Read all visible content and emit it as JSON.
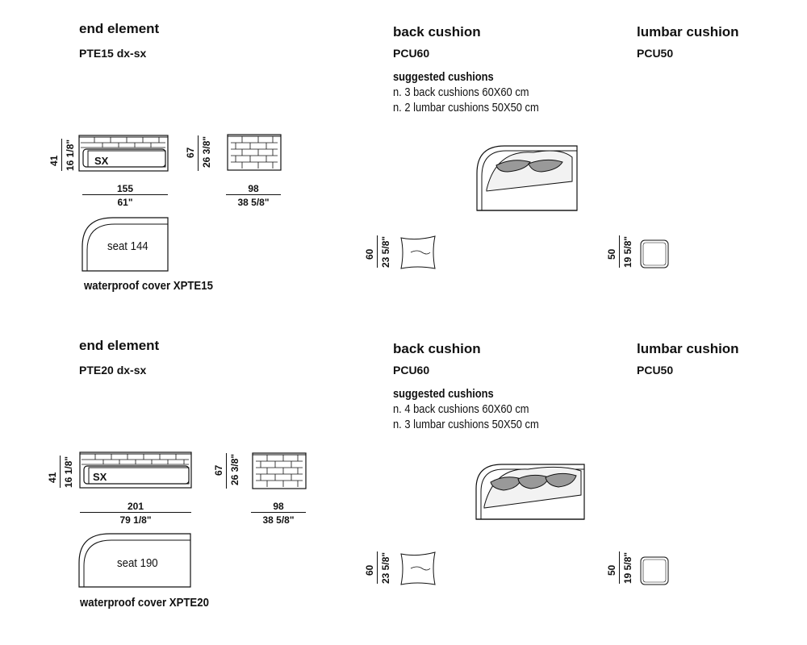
{
  "sections": [
    {
      "end_title": "end element",
      "end_code": "PTE15 dx-sx",
      "back_title": "back cushion",
      "back_code": "PCU60",
      "lumbar_title": "lumbar cushion",
      "lumbar_code": "PCU50",
      "suggested_title": "suggested cushions",
      "suggested_lines": [
        "n. 3 back cushions 60X60 cm",
        "n. 2 lumbar cushions 50X50 cm"
      ],
      "front_height": {
        "cm": "41",
        "in": "16 1/8\""
      },
      "side_height": {
        "cm": "67",
        "in": "26 3/8\""
      },
      "width": {
        "cm": "155",
        "in": "61\""
      },
      "depth": {
        "cm": "98",
        "in": "38 5/8\""
      },
      "side_label": "SX",
      "seat_label": "seat 144",
      "waterproof": "waterproof cover  XPTE15",
      "back_cushion_dim": {
        "cm": "60",
        "in": "23 5/8\""
      },
      "lumbar_cushion_dim": {
        "cm": "50",
        "in": "19 5/8\""
      }
    },
    {
      "end_title": "end element",
      "end_code": "PTE20 dx-sx",
      "back_title": "back cushion",
      "back_code": "PCU60",
      "lumbar_title": "lumbar cushion",
      "lumbar_code": "PCU50",
      "suggested_title": "suggested cushions",
      "suggested_lines": [
        "n. 4 back cushions 60X60 cm",
        "n. 3 lumbar cushions 50X50 cm"
      ],
      "front_height": {
        "cm": "41",
        "in": "16 1/8\""
      },
      "side_height": {
        "cm": "67",
        "in": "26 3/8\""
      },
      "width": {
        "cm": "201",
        "in": "79 1/8\""
      },
      "depth": {
        "cm": "98",
        "in": "38 5/8\""
      },
      "side_label": "SX",
      "seat_label": "seat 190",
      "waterproof": "waterproof cover  XPTE20",
      "back_cushion_dim": {
        "cm": "60",
        "in": "23 5/8\""
      },
      "lumbar_cushion_dim": {
        "cm": "50",
        "in": "19 5/8\""
      }
    }
  ]
}
